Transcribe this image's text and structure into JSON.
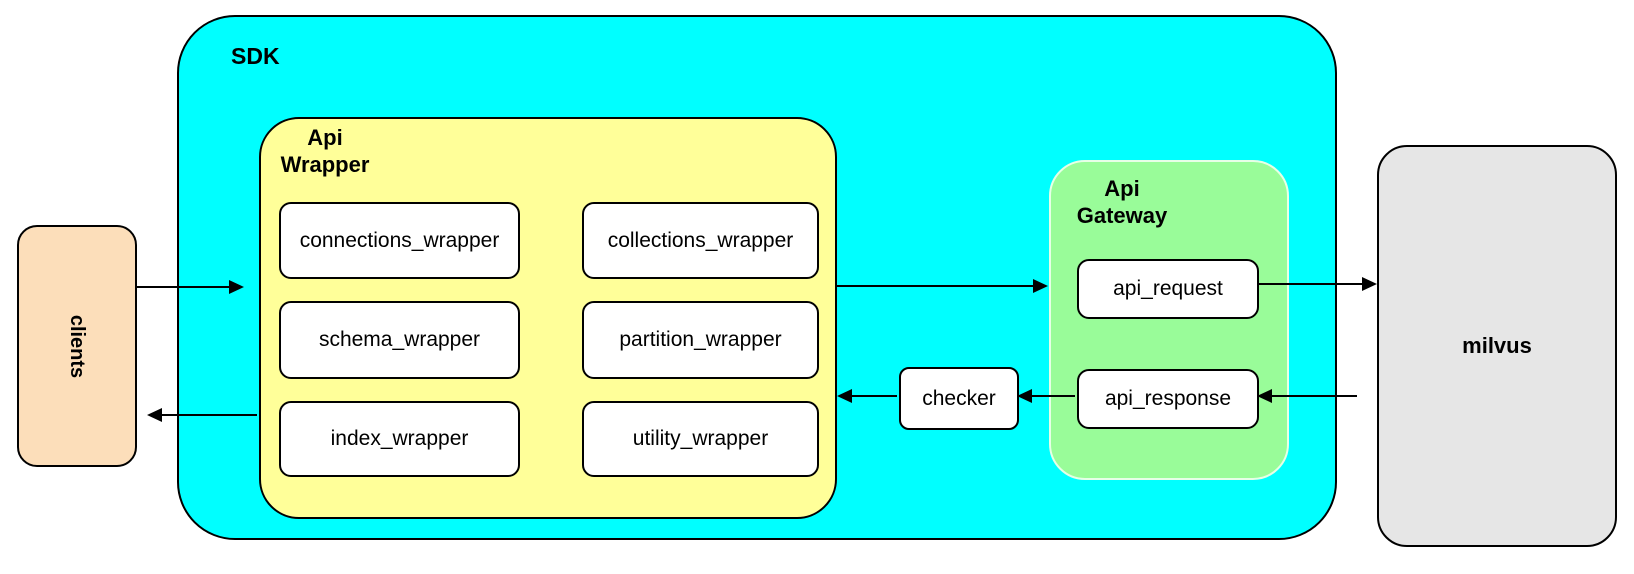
{
  "colors": {
    "sdk_fill": "#00FFFF",
    "api_wrapper_fill": "#FFFF99",
    "api_gateway_fill": "#99FC99",
    "clients_fill": "#FCDEBA",
    "milvus_fill": "#E6E6E6",
    "inner_box_fill": "#FFFFFF",
    "border": "#000000",
    "arrow": "#000000"
  },
  "nodes": {
    "clients": {
      "label": "clients"
    },
    "sdk": {
      "label": "SDK"
    },
    "api_wrapper": {
      "label_line1": "Api",
      "label_line2": "Wrapper",
      "boxes": [
        "connections_wrapper",
        "collections_wrapper",
        "schema_wrapper",
        "partition_wrapper",
        "index_wrapper",
        "utility_wrapper"
      ]
    },
    "checker": {
      "label": "checker"
    },
    "api_gateway": {
      "label_line1": "Api",
      "label_line2": "Gateway",
      "request_label": "api_request",
      "response_label": "api_response"
    },
    "milvus": {
      "label": "milvus"
    }
  },
  "edges": [
    {
      "from": "clients",
      "to": "api_wrapper",
      "direction": "right"
    },
    {
      "from": "api_wrapper",
      "to": "api_gateway",
      "direction": "right"
    },
    {
      "from": "api_request",
      "to": "milvus",
      "direction": "right"
    },
    {
      "from": "milvus",
      "to": "api_response",
      "direction": "left"
    },
    {
      "from": "api_response",
      "to": "checker",
      "direction": "left"
    },
    {
      "from": "checker",
      "to": "api_wrapper",
      "direction": "left"
    },
    {
      "from": "api_wrapper",
      "to": "clients",
      "direction": "left"
    }
  ]
}
